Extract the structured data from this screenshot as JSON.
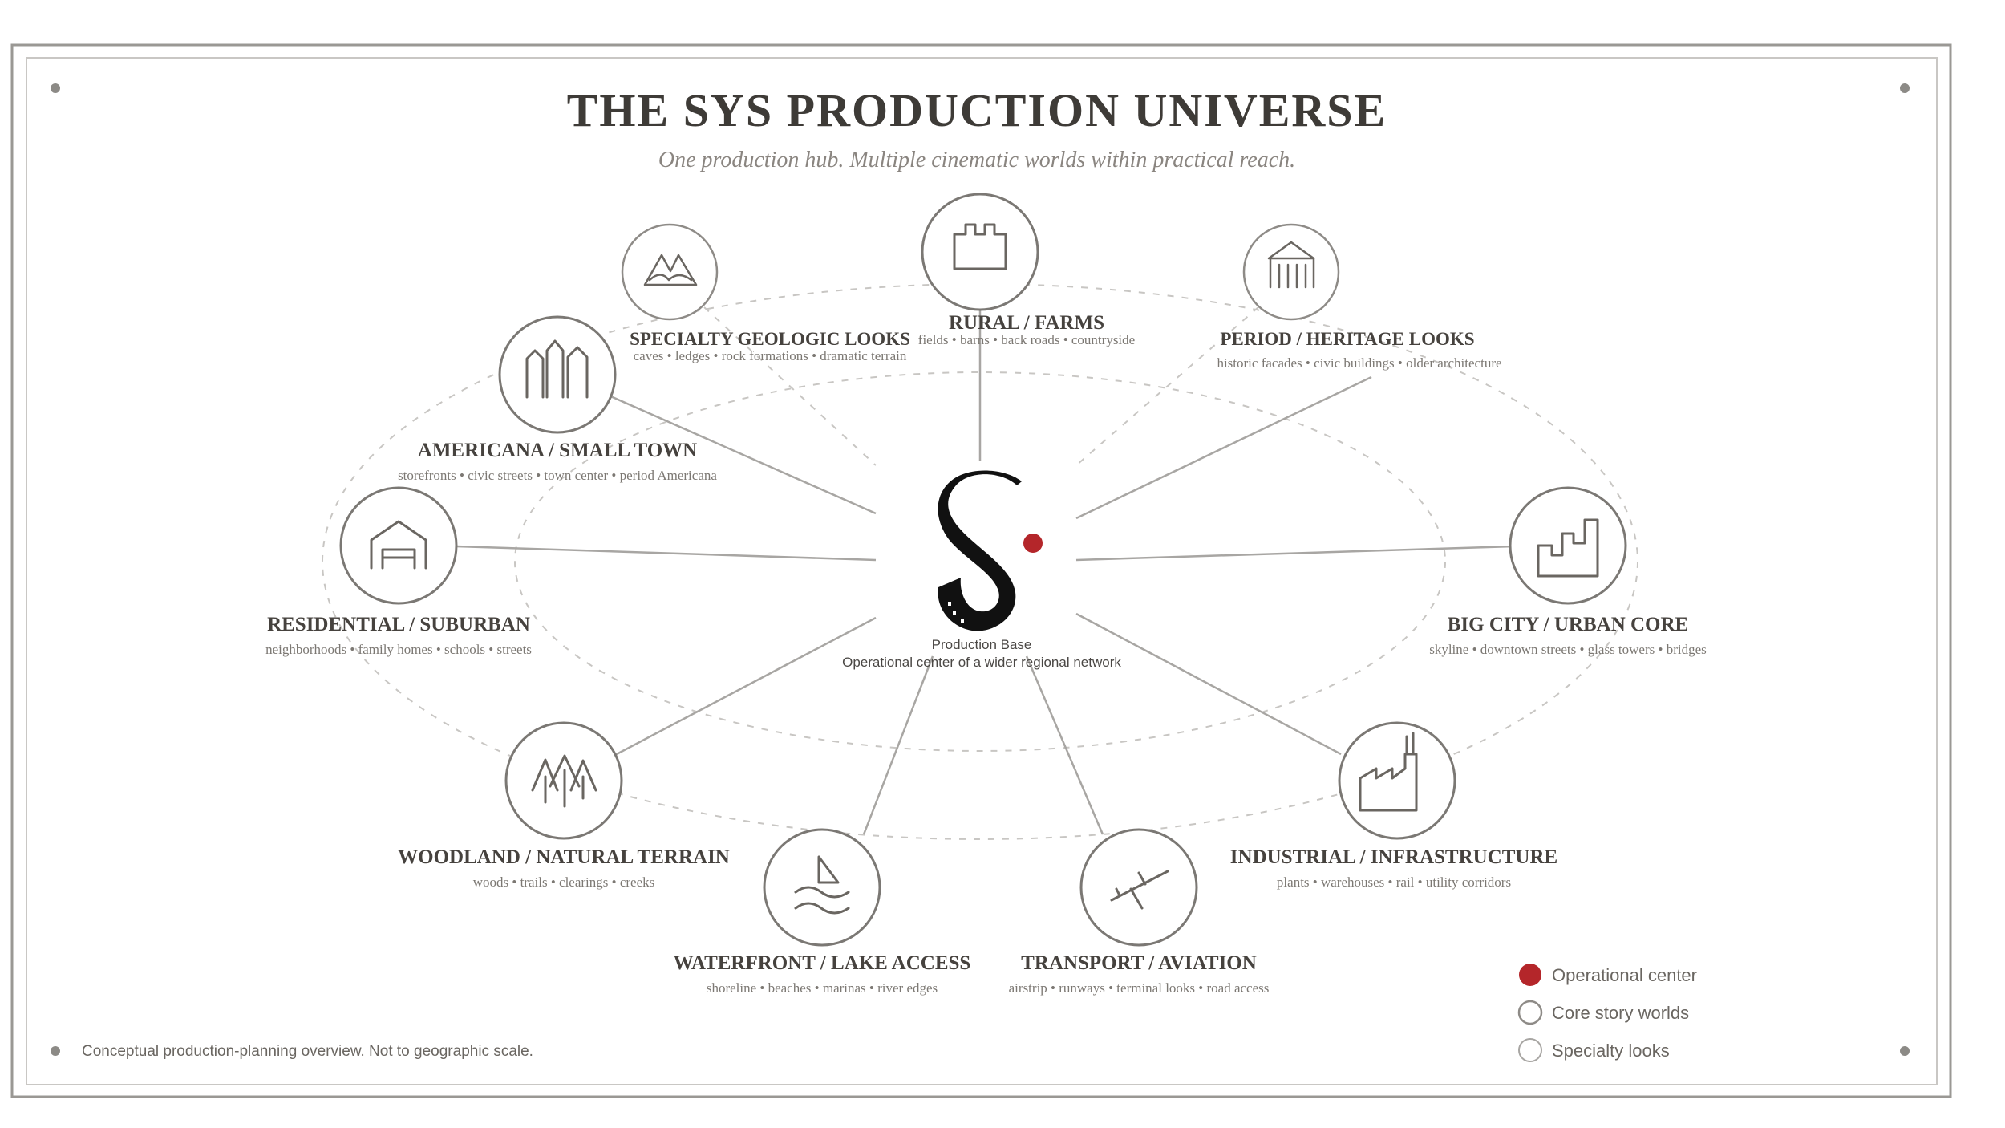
{
  "title": "THE SYS PRODUCTION UNIVERSE",
  "subtitle": "One production hub. Multiple cinematic worlds within practical reach.",
  "hub": {
    "name": "Production Base",
    "description": "Operational center of a wider regional network"
  },
  "colors": {
    "accent": "#b4262a",
    "ink": "#3e3b37",
    "line": "#a8a6a3",
    "muted": "#7c7873"
  },
  "worlds": [
    {
      "id": "rural",
      "name": "RURAL / FARMS",
      "desc": "fields • barns • back roads • countryside",
      "icon": "barn-icon",
      "tier": "core"
    },
    {
      "id": "geologic",
      "name": "SPECIALTY GEOLOGIC LOOKS",
      "desc": "caves • ledges • rock formations • dramatic terrain",
      "icon": "mountain-icon",
      "tier": "specialty"
    },
    {
      "id": "heritage",
      "name": "PERIOD / HERITAGE LOOKS",
      "desc": "historic facades • civic buildings • older architecture",
      "icon": "columns-icon",
      "tier": "specialty"
    },
    {
      "id": "americana",
      "name": "AMERICANA / SMALL TOWN",
      "desc": "storefronts • civic streets • town center • period Americana",
      "icon": "storefronts-icon",
      "tier": "core"
    },
    {
      "id": "residential",
      "name": "RESIDENTIAL / SUBURBAN",
      "desc": "neighborhoods • family homes • schools • streets",
      "icon": "house-icon",
      "tier": "core"
    },
    {
      "id": "bigcity",
      "name": "BIG CITY / URBAN CORE",
      "desc": "skyline • downtown streets • glass towers • bridges",
      "icon": "skyline-icon",
      "tier": "core"
    },
    {
      "id": "woodland",
      "name": "WOODLAND / NATURAL TERRAIN",
      "desc": "woods • trails • clearings • creeks",
      "icon": "trees-icon",
      "tier": "core"
    },
    {
      "id": "industrial",
      "name": "INDUSTRIAL / INFRASTRUCTURE",
      "desc": "plants • warehouses • rail • utility corridors",
      "icon": "factory-icon",
      "tier": "core"
    },
    {
      "id": "waterfront",
      "name": "WATERFRONT / LAKE ACCESS",
      "desc": "shoreline • beaches • marinas • river edges",
      "icon": "sailboat-icon",
      "tier": "core"
    },
    {
      "id": "transport",
      "name": "TRANSPORT / AVIATION",
      "desc": "airstrip • runways • terminal looks • road access",
      "icon": "airplane-icon",
      "tier": "core"
    }
  ],
  "legend": [
    {
      "label": "Operational center",
      "kind": "center"
    },
    {
      "label": "Core story worlds",
      "kind": "core"
    },
    {
      "label": "Specialty looks",
      "kind": "specialty"
    }
  ],
  "footnote": "Conceptual production-planning overview. Not to geographic scale."
}
